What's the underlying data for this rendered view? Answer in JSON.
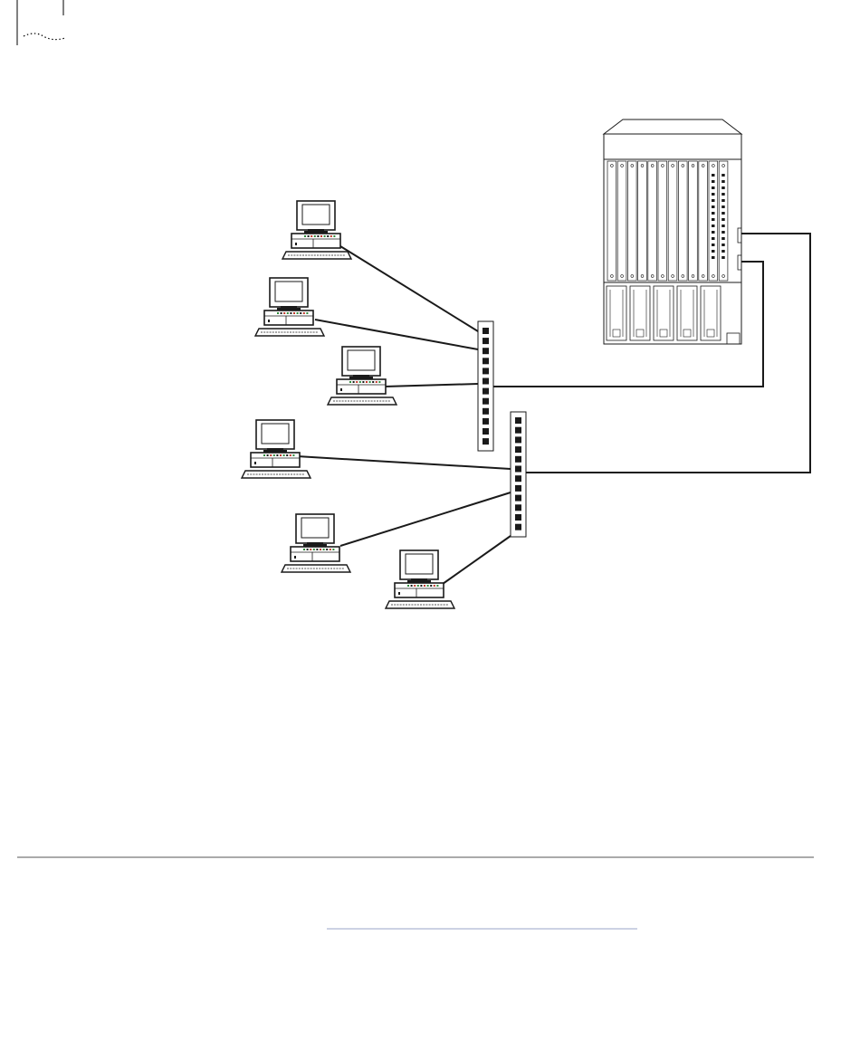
{
  "page": {
    "header_ornament": "dotted-arc-marker"
  },
  "diagram": {
    "description_visible_text": [],
    "nodes": {
      "chassis": {
        "kind": "modular-switch-chassis",
        "slots": 12
      },
      "hub_upper": {
        "kind": "workgroup-hub",
        "ports": 12
      },
      "hub_lower": {
        "kind": "workgroup-hub",
        "ports": 12
      },
      "workstations": [
        {
          "id": "ws-1",
          "connects_to": "hub_upper"
        },
        {
          "id": "ws-2",
          "connects_to": "hub_upper"
        },
        {
          "id": "ws-3",
          "connects_to": "hub_upper"
        },
        {
          "id": "ws-4",
          "connects_to": "hub_lower"
        },
        {
          "id": "ws-5",
          "connects_to": "hub_lower"
        },
        {
          "id": "ws-6",
          "connects_to": "hub_lower"
        }
      ]
    },
    "links": [
      {
        "from": "hub_upper",
        "to": "chassis",
        "type": "uplink"
      },
      {
        "from": "hub_lower",
        "to": "chassis",
        "type": "uplink"
      }
    ]
  },
  "colors": {
    "line": "#1a1a1a",
    "led_green": "#2e8b3a",
    "led_red": "#c0392b",
    "rule": "#555555",
    "link_rule": "#9aa4c8"
  }
}
